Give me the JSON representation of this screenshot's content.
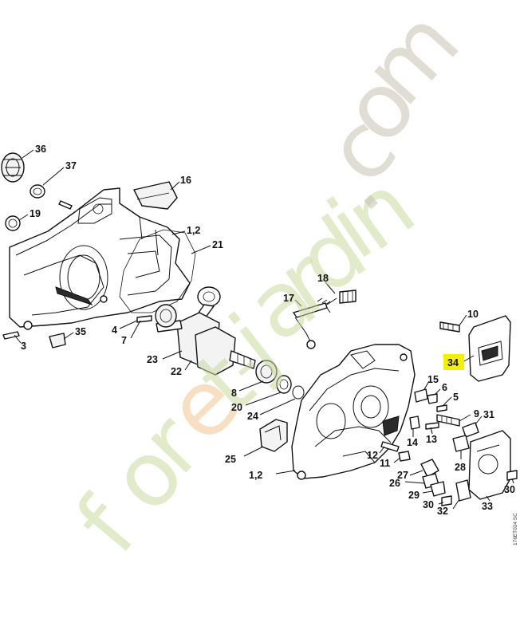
{
  "watermark": {
    "letters": [
      "f",
      "o",
      "r",
      "e",
      "t",
      "-",
      "j",
      "a",
      "r",
      "d",
      "i",
      "n",
      ".",
      "c",
      "o",
      "m"
    ],
    "green": "#c9dba0",
    "orange": "#f0c890",
    "grey": "#c8c2b4"
  },
  "highlight": {
    "label": "34",
    "color": "#f4f100"
  },
  "labels": {
    "l36": "36",
    "l37": "37",
    "l16": "16",
    "l19": "19",
    "l12a": "1,2",
    "l21": "21",
    "l18": "18",
    "l17": "17",
    "l10": "10",
    "l4": "4",
    "l35": "35",
    "l3": "3",
    "l7": "7",
    "l23": "23",
    "l22": "22",
    "l8": "8",
    "l20": "20",
    "l24": "24",
    "l15": "15",
    "l6": "6",
    "l5": "5",
    "l9": "9",
    "l31": "31",
    "l14": "14",
    "l13": "13",
    "l28": "28",
    "l25": "25",
    "l12": "12",
    "l11": "11",
    "l27": "27",
    "l26": "26",
    "l12b": "1,2",
    "l29": "29",
    "l30a": "30",
    "l32": "32",
    "l33": "33",
    "l30b": "30"
  },
  "drawing_code": "176ET024 SC"
}
